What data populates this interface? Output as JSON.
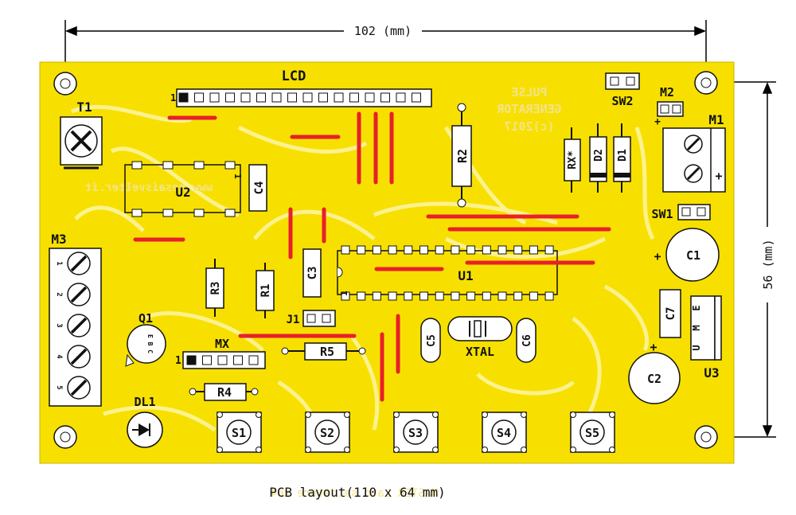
{
  "dimensions": {
    "width_label": "102 (mm)",
    "height_label": "56 (mm)"
  },
  "caption": "PCB layout(110 x 64 mm)",
  "mirror_text": {
    "title_line1": "PULSE",
    "title_line2": "GENERATOR",
    "title_line3": "(c)2017",
    "website": "www.nesaisvelter.it",
    "under_caption": "MASTER Lato saldature x64"
  },
  "labels": {
    "lcd": "LCD",
    "lcd_pin1": "1",
    "t1": "T1",
    "u2": "U2",
    "u2_pin1": "1",
    "c4": "C4",
    "m3": "M3",
    "r3": "R3",
    "r1": "R1",
    "c3": "C3",
    "u1": "U1",
    "u1_pin1": "1",
    "r2": "R2",
    "rx": "RX*",
    "d2": "D2",
    "d1": "D1",
    "sw2": "SW2",
    "m2": "M2",
    "m2_plus": "+",
    "m1": "M1",
    "m1_plus": "+",
    "sw1": "SW1",
    "c1": "C1",
    "c1_plus": "+",
    "c7": "C7",
    "u3": "U3",
    "c2": "C2",
    "c2_plus": "+",
    "q1": "Q1",
    "q1_pins": "E B C",
    "j1": "J1",
    "mx": "MX",
    "mx_pin1": "1",
    "r5": "R5",
    "r4": "R4",
    "c5": "C5",
    "xtal": "XTAL",
    "c6": "C6",
    "dl1": "DL1",
    "s1": "S1",
    "s2": "S2",
    "s3": "S3",
    "s4": "S4",
    "s5": "S5",
    "m3_pins": [
      "1",
      "2",
      "3",
      "4",
      "5"
    ],
    "u3_pins": [
      "E",
      "M",
      "U"
    ]
  },
  "colors": {
    "board": "#f7e000",
    "silkscreen": "#111111",
    "jumper": "#e8202a",
    "pad": "#ffffff",
    "dim_line": "#000000",
    "mirror": "#f3e38a"
  }
}
